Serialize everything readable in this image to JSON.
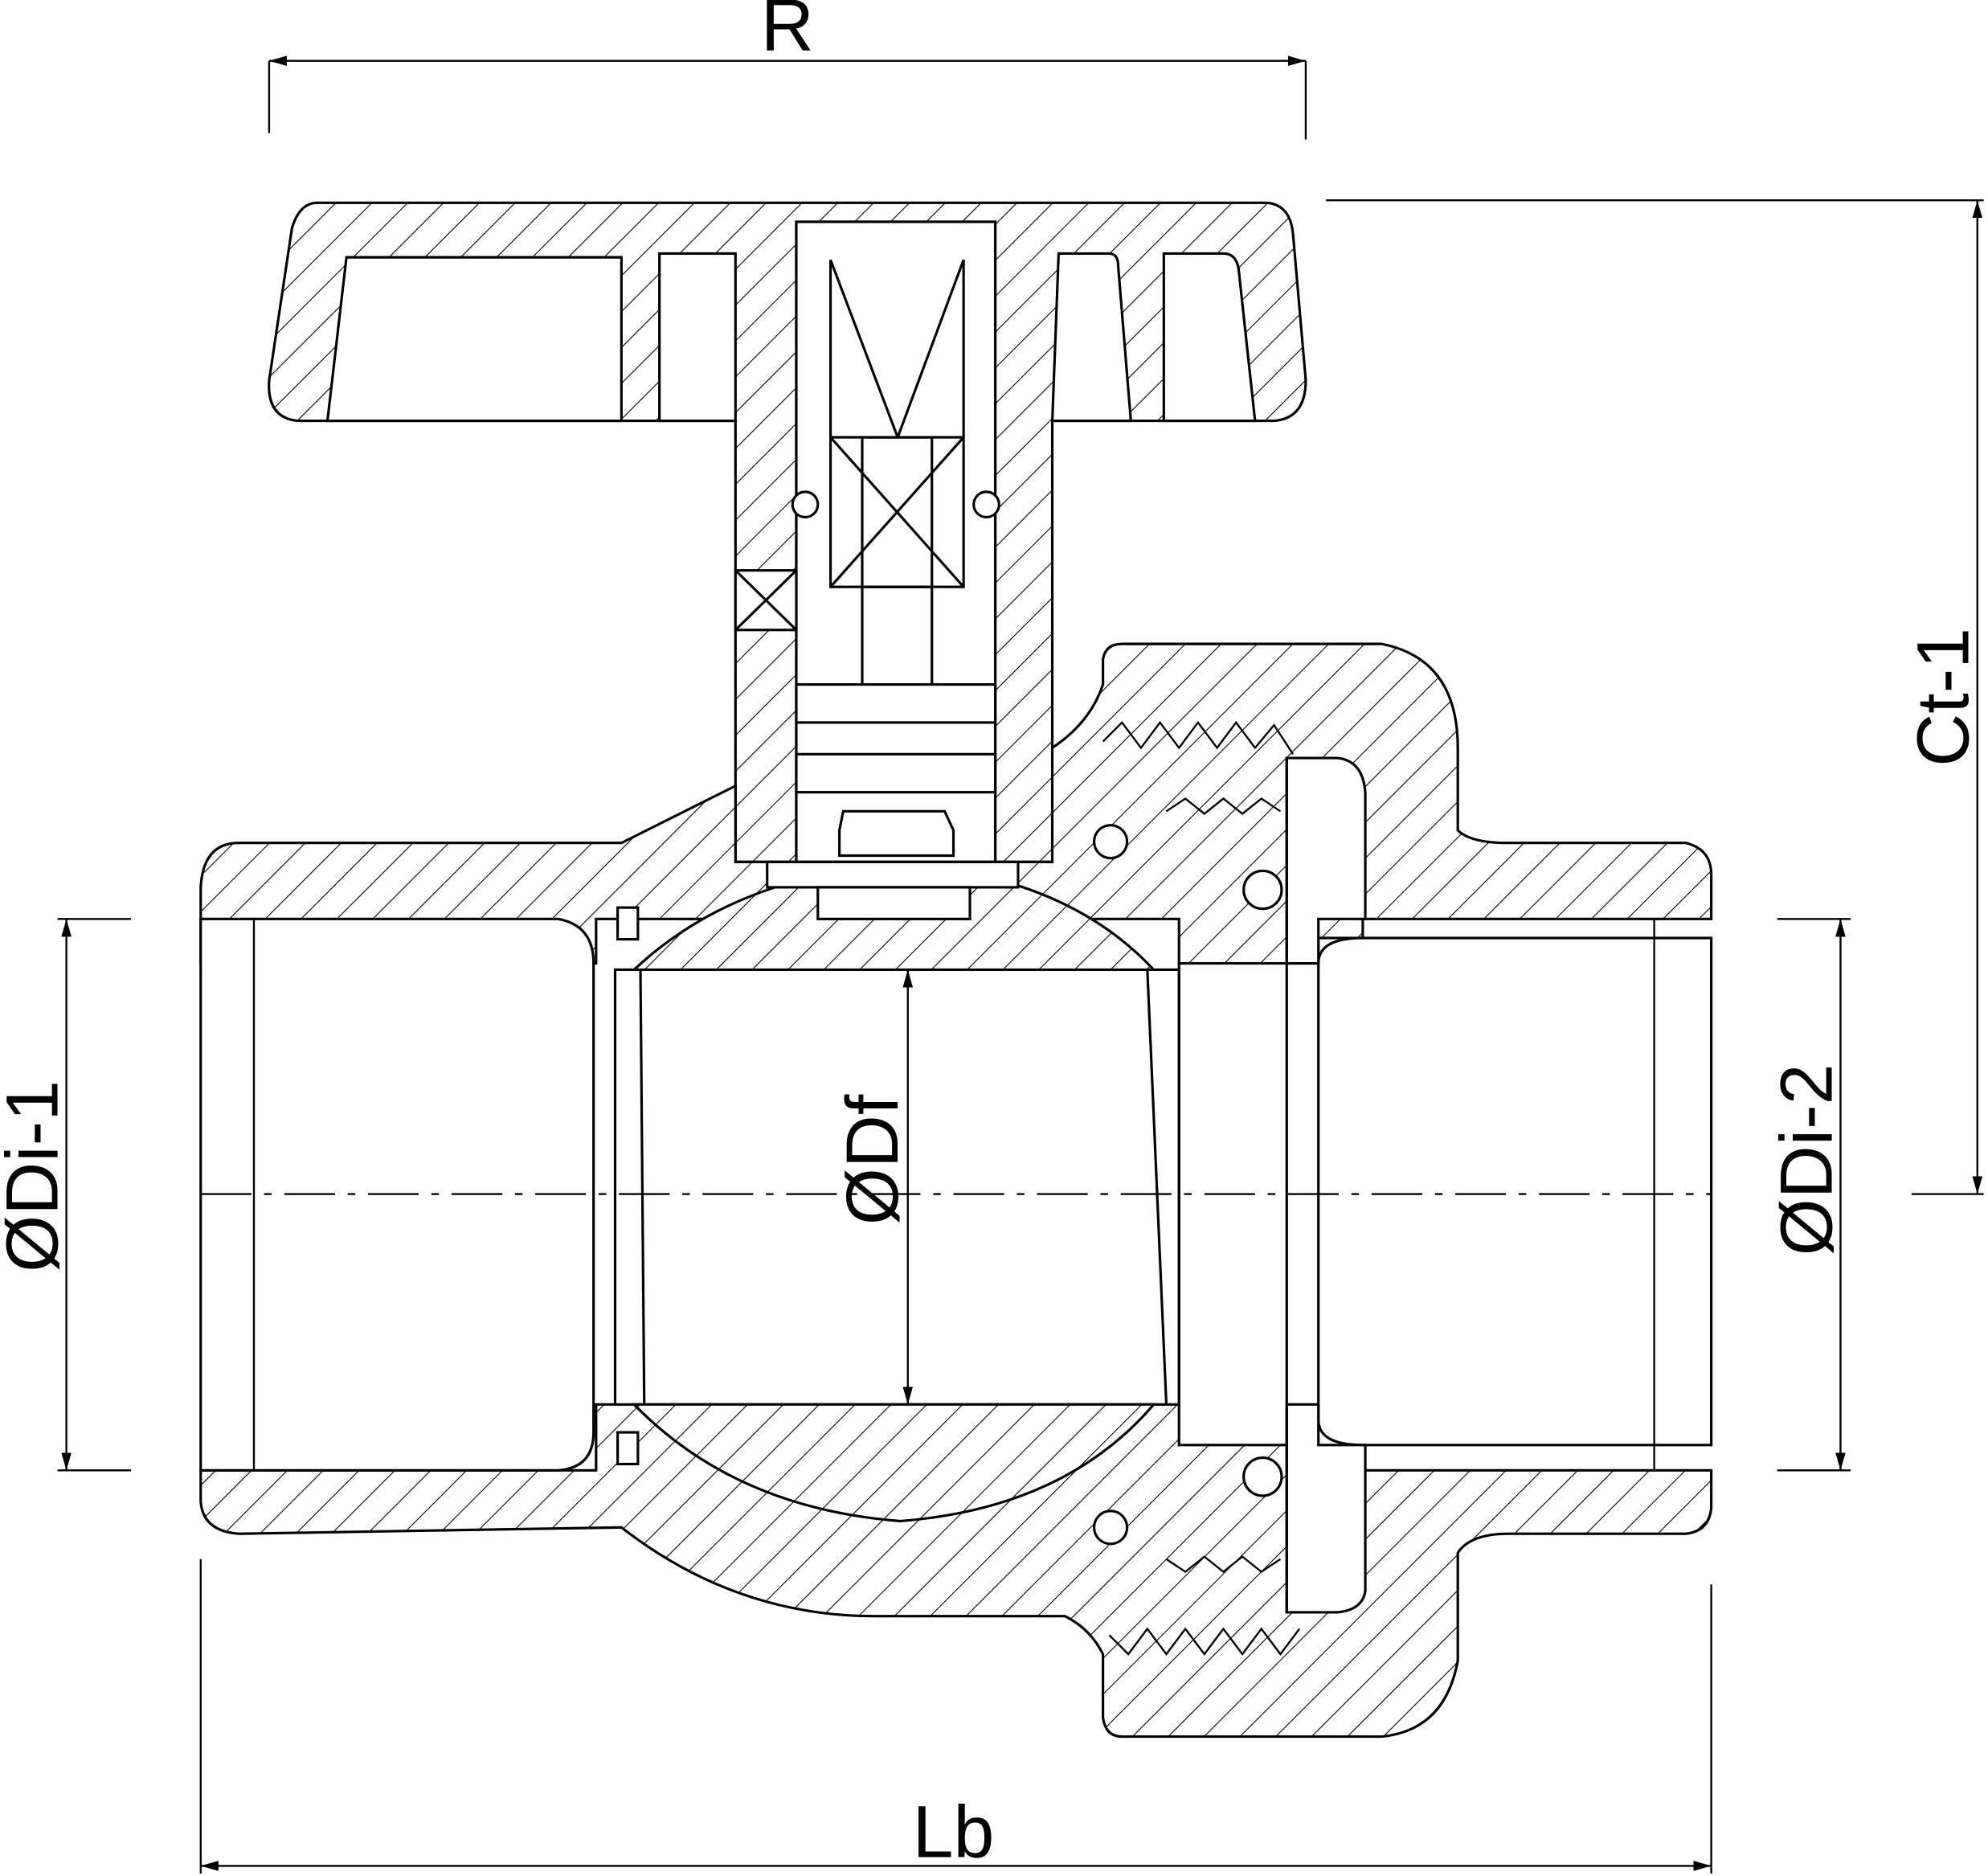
{
  "drawing": {
    "title": "Ball valve with union, cross-section",
    "dimensions": {
      "handle_radius": "R",
      "center_height": "Ct-1",
      "inner_diameter_left": "ØDi-1",
      "inner_diameter_right": "ØDi-2",
      "flow_diameter": "ØDf",
      "body_length": "Lb"
    }
  }
}
